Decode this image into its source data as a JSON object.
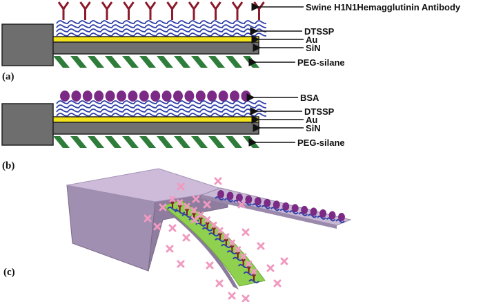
{
  "panels": [
    {
      "id": "a",
      "tag": "(a)",
      "labels": {
        "top": "Swine H1N1Hemagglutinin Antibody",
        "linker": "DTSSP",
        "gold": "Au",
        "substrate": "SiN",
        "bottom": "PEG-silane"
      }
    },
    {
      "id": "b",
      "tag": "(b)",
      "labels": {
        "top": "BSA",
        "linker": "DTSSP",
        "gold": "Au",
        "substrate": "SiN",
        "bottom": "PEG-silane"
      }
    },
    {
      "id": "c",
      "tag": "(c)"
    }
  ],
  "colors": {
    "antibody": "#8b1a2b",
    "bsa": "#7b2a86",
    "dtssp": "#3040a8",
    "gold": "#f2e31a",
    "substrate": "#707070",
    "base_block": "#6e6e6e",
    "peg_silane": "#2e7d3a",
    "virus": "#f09ac0",
    "chip_top": "#cdbbd9",
    "chip_side": "#9f8cae",
    "sensing_surface": "#8fd14f"
  }
}
